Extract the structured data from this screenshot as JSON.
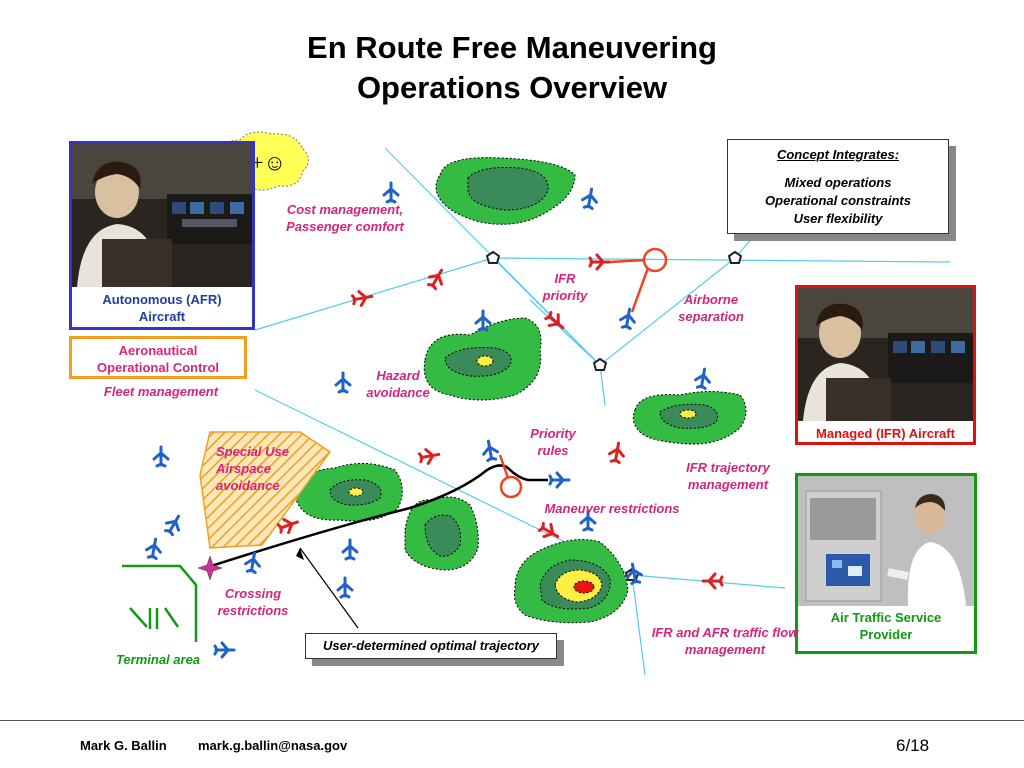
{
  "title": {
    "line1": "En Route Free Maneuvering",
    "line2": "Operations Overview"
  },
  "thought_bubble": "$+☺",
  "concept_box": {
    "heading": "Concept Integrates:",
    "items": [
      "Mixed operations",
      "Operational constraints",
      "User flexibility"
    ]
  },
  "boxes": {
    "afr": "Autonomous (AFR) Aircraft",
    "aoc": "Aeronautical Operational Control",
    "ifr": "Managed (IFR) Aircraft",
    "atsp": "Air Traffic Service Provider"
  },
  "labels": {
    "fleet": "Fleet management",
    "cost": "Cost management, Passenger comfort",
    "ifr_priority": "IFR priority",
    "airborne_sep": "Airborne separation",
    "hazard": "Hazard avoidance",
    "priority_rules": "Priority rules",
    "ifr_traj": "IFR trajectory management",
    "sua": "Special Use Airspace avoidance",
    "maneuver": "Maneuver restrictions",
    "crossing": "Crossing restrictions",
    "terminal": "Terminal area",
    "flow": "IFR and AFR traffic flow management",
    "user_traj": "User-determined optimal trajectory"
  },
  "colors": {
    "label_pink": "#d6247a",
    "weather_green": "#33bb44",
    "weather_dark": "#3a8a5a",
    "afr_blue": "#1f62c8",
    "ifr_red": "#e02020",
    "afr_border": "#3333cc",
    "aoc_border": "#f0a020",
    "ifr_border": "#dd1111",
    "atsp_border": "#119911",
    "terminal_green": "#119911"
  },
  "footer": {
    "author": "Mark G. Ballin",
    "email": "mark.g.ballin@nasa.gov",
    "page": "6/18"
  }
}
